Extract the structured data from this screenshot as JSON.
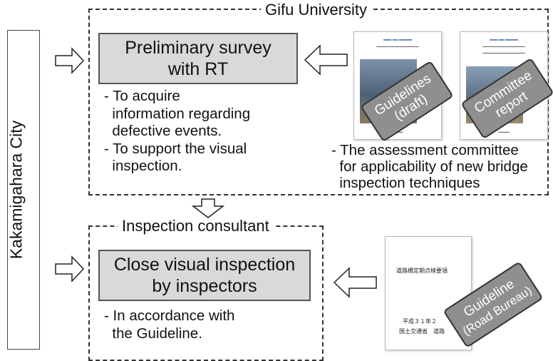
{
  "city": {
    "label": "Kakamigahara City"
  },
  "top_section": {
    "header": "Gifu University",
    "main_box": [
      "Preliminary survey",
      "with RT"
    ],
    "bullets": [
      "- To acquire",
      "  information regarding",
      "  defective events.",
      "- To support the visual",
      "  inspection."
    ],
    "documents": [
      {
        "stamp": [
          "Guidelines",
          "(draft)"
        ]
      },
      {
        "stamp": [
          "Committee",
          "report"
        ]
      }
    ],
    "committee_note": [
      "- The assessment committee",
      "  for applicability of new bridge",
      "  inspection techniques"
    ]
  },
  "bottom_section": {
    "header": "Inspection consultant",
    "main_box": [
      "Close visual inspection",
      "by inspectors"
    ],
    "bullets": [
      "- In accordance with",
      "  the Guideline."
    ],
    "document": {
      "title_jp": "道路橋定期点検要領",
      "date_jp": "平成３１年２",
      "org_jp": "国土交通省　道路",
      "stamp": [
        "Guideline",
        "(Road Bureau)"
      ]
    }
  },
  "colors": {
    "box_fill": "#d9d9d9",
    "stamp_fill": "#8f8f8f",
    "border": "#333333"
  }
}
